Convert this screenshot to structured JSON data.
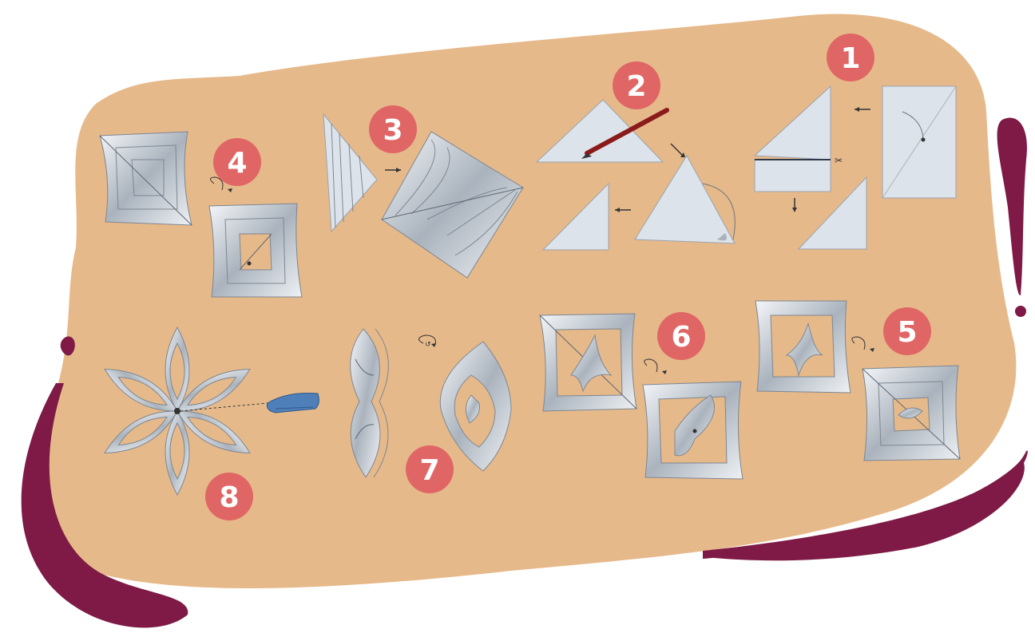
{
  "colors": {
    "background": "#ffffff",
    "blob": "#e6b98a",
    "accent_swoosh": "#7e1a45",
    "badge": "#e06666",
    "badge_text": "#ffffff",
    "paper": "#dde3ea",
    "paper_shadow": "#7d8792",
    "pencil": "#8b1a1a",
    "stapler": "#4f7fb8"
  },
  "steps": [
    {
      "number": "1",
      "illustration": "fold-and-cut-square-icon"
    },
    {
      "number": "2",
      "illustration": "pencil-triangle-roll-icon"
    },
    {
      "number": "3",
      "illustration": "cut-triangle-open-square-icon"
    },
    {
      "number": "4",
      "illustration": "flip-over-square-icon"
    },
    {
      "number": "5",
      "illustration": "glue-strips-flip-icon"
    },
    {
      "number": "6",
      "illustration": "glue-strips-square-icon"
    },
    {
      "number": "7",
      "illustration": "repeat-units-icon"
    },
    {
      "number": "8",
      "illustration": "stapled-snowflake-icon"
    }
  ]
}
